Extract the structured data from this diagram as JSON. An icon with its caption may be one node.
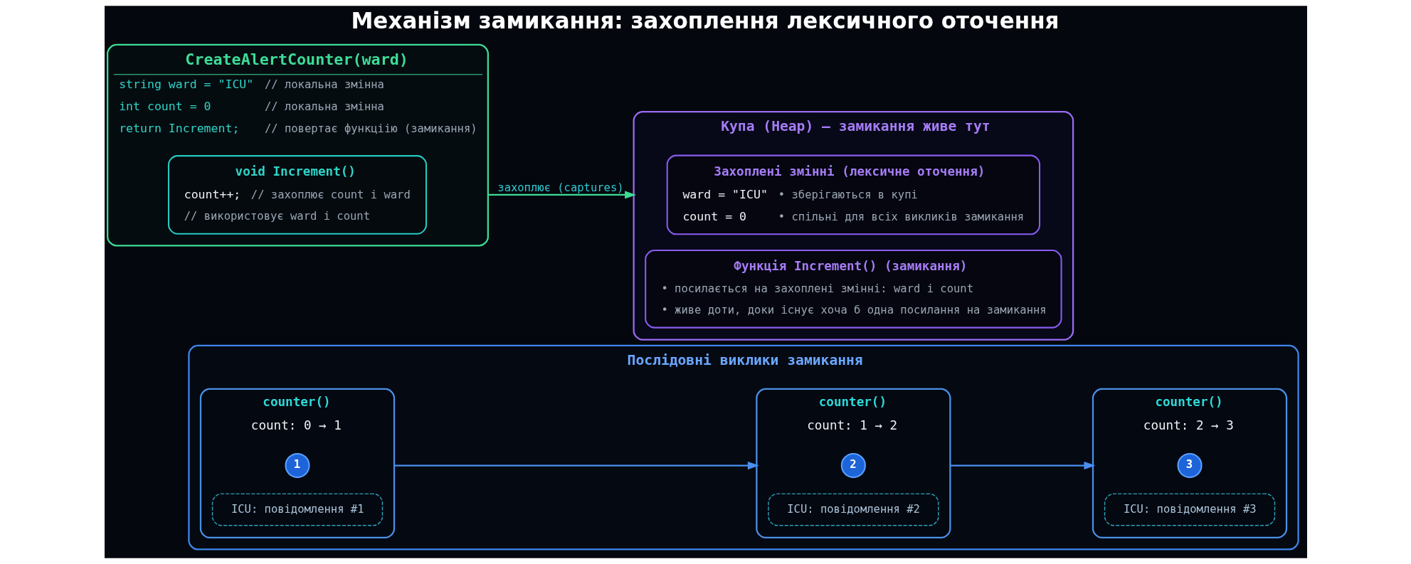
{
  "diagram": {
    "title": "Механізм замикання: захоплення лексичного оточення",
    "nodes": [
      {
        "text": [
          "CreateAlertCounter(ward)",
          "string ward = \"ICU\"",
          "// локальна змінна",
          "int count = 0",
          "// локальна змінна",
          "return Increment;",
          "// повертає функціію (замикання)"
        ]
      },
      {
        "text": [
          "void Increment()",
          "count++;",
          "// захоплює count і ward",
          "// використовує ward і count"
        ],
        "in": 0
      },
      {
        "text": [
          "Купа (Heap) — замикання живе тут"
        ]
      },
      {
        "text": [
          "Захоплені змінні (лексичне оточення)",
          "ward = \"ICU\"",
          "• зберігаються в купі",
          "count = 0",
          "• спільні для всіх викликів замикання"
        ],
        "in": 2
      },
      {
        "text": [
          "Функція Increment() (замикання)",
          "• посилається на захоплені змінні: ward і count",
          "• живе доти, доки існує хоча б одна посилання на замикання"
        ],
        "in": 2
      },
      {
        "text": [
          "Послідовні виклики замикання"
        ]
      },
      {
        "text": [
          "counter()",
          "count: 0 → 1"
        ],
        "in": 5
      },
      {
        "text": [
          "1"
        ],
        "in": 6
      },
      {
        "text": [
          "ICU: повідомлення #1"
        ],
        "in": 6
      },
      {
        "text": [
          "counter()",
          "count: 1 → 2"
        ],
        "in": 5
      },
      {
        "text": [
          "2"
        ],
        "in": 9
      },
      {
        "text": [
          "ICU: повідомлення #2"
        ],
        "in": 9
      },
      {
        "text": [
          "counter()",
          "count: 2 → 3"
        ],
        "in": 5
      },
      {
        "text": [
          "3"
        ],
        "in": 12
      },
      {
        "text": [
          "ICU: повідомлення #3"
        ],
        "in": 12
      }
    ],
    "edges": [
      {
        "from": 0,
        "to": 2,
        "arrow": "to",
        "label": "захоплює (captures)",
        "color": "#3ddc97"
      },
      {
        "from": 6,
        "to": 9,
        "arrow": "to"
      },
      {
        "from": 9,
        "to": 12,
        "arrow": "to"
      }
    ]
  }
}
